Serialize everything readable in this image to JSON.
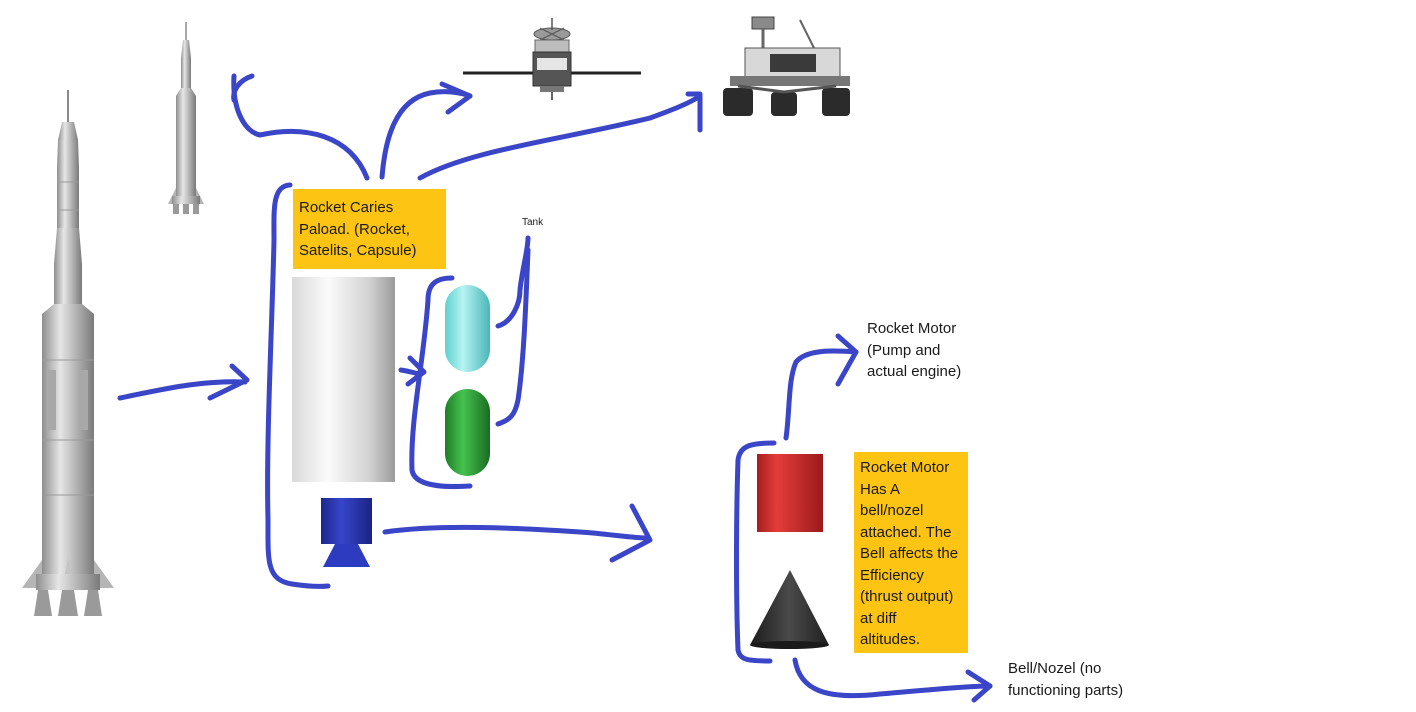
{
  "notes": {
    "payload": "Rocket Caries\nPaload. (Rocket,\nSatelits, Capsule)",
    "motor": "Rocket Motor\nHas A\nbell/nozel\nattached. The\nBell affects the\nEfficiency\n(thrust output)\nat diff\naltitudes."
  },
  "labels": {
    "tank": "Tank",
    "motor": "Rocket Motor\n(Pump and\nactual engine)",
    "bell": "Bell/Nozel (no\nfunctioning parts)"
  },
  "colors": {
    "note": "#fdc414",
    "ink": "#3a45c8",
    "tank_top": "#7fe6e6",
    "tank_bottom": "#2ea83a",
    "engine_block": "#2a37b8",
    "motor": "#d3302e",
    "bell": "#2a2a2a"
  }
}
